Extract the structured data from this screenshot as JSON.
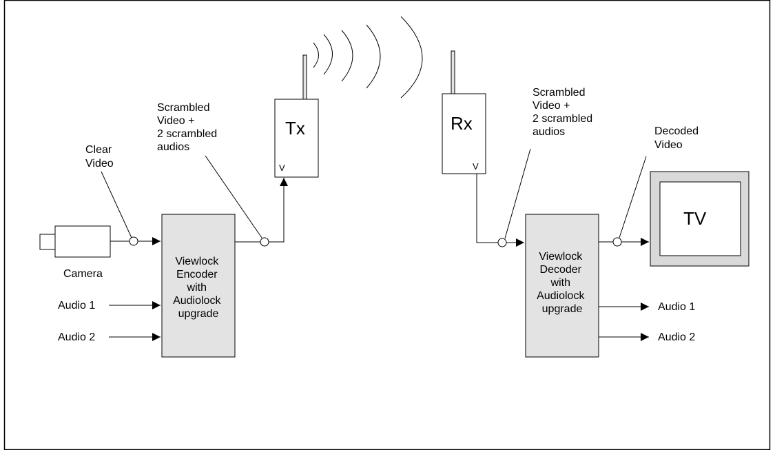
{
  "labels": {
    "clear_video": [
      "Clear",
      "Video"
    ],
    "camera": "Camera",
    "audio1_in": "Audio 1",
    "audio2_in": "Audio 2",
    "encoder": [
      "Viewlock",
      "Encoder",
      "with",
      "Audiolock",
      "upgrade"
    ],
    "scrambled_tx": [
      "Scrambled",
      "Video +",
      "2 scrambled",
      "audios"
    ],
    "tx": "Tx",
    "tx_port": "V",
    "rx": "Rx",
    "rx_port": "V",
    "scrambled_rx": [
      "Scrambled",
      "Video +",
      "2 scrambled",
      "audios"
    ],
    "decoder": [
      "Viewlock",
      "Decoder",
      "with",
      "Audiolock",
      "upgrade"
    ],
    "decoded_video": [
      "Decoded",
      "Video"
    ],
    "tv": "TV",
    "audio1_out": "Audio 1",
    "audio2_out": "Audio 2"
  },
  "colors": {
    "box_fill": "#e3e3e3",
    "tv_fill": "#d9d9d9",
    "line": "#000000",
    "background": "#ffffff"
  },
  "icons": [
    "camera-icon",
    "antenna-icon",
    "radio-wave-icon",
    "tv-icon"
  ]
}
